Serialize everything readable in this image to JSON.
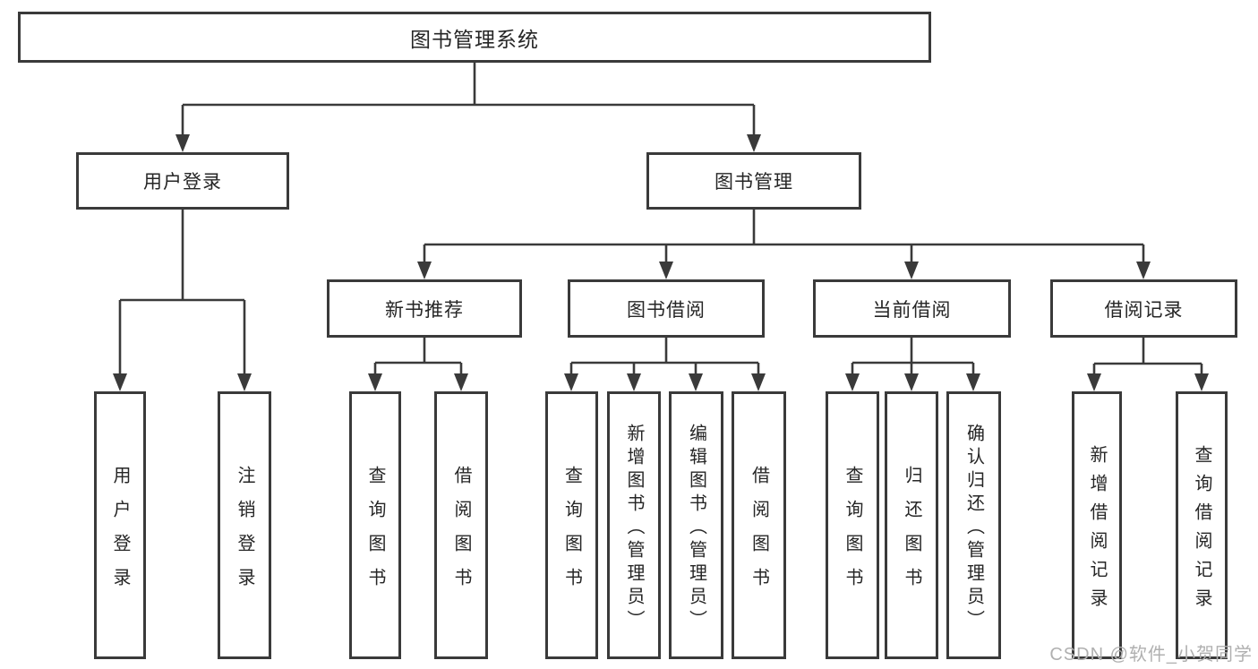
{
  "tree": {
    "label": "图书管理系统",
    "children": [
      {
        "label": "用户登录",
        "children": [
          {
            "label": "用户登录"
          },
          {
            "label": "注销登录"
          }
        ]
      },
      {
        "label": "图书管理",
        "children": [
          {
            "label": "新书推荐",
            "children": [
              {
                "label": "查询图书"
              },
              {
                "label": "借阅图书"
              }
            ]
          },
          {
            "label": "图书借阅",
            "children": [
              {
                "label": "查询图书"
              },
              {
                "label": "新增图书（管理员）"
              },
              {
                "label": "编辑图书（管理员）"
              },
              {
                "label": "借阅图书"
              }
            ]
          },
          {
            "label": "当前借阅",
            "children": [
              {
                "label": "查询图书"
              },
              {
                "label": "归还图书"
              },
              {
                "label": "确认归还（管理员）"
              }
            ]
          },
          {
            "label": "借阅记录",
            "children": [
              {
                "label": "新增借阅记录"
              },
              {
                "label": "查询借阅记录"
              }
            ]
          }
        ]
      }
    ]
  },
  "watermark": {
    "text": "CSDN @软件_小贺同学"
  },
  "colors": {
    "line": "#3a3a3a",
    "text": "#262626",
    "watermark": "#b0b0b0",
    "background": "#ffffff"
  }
}
